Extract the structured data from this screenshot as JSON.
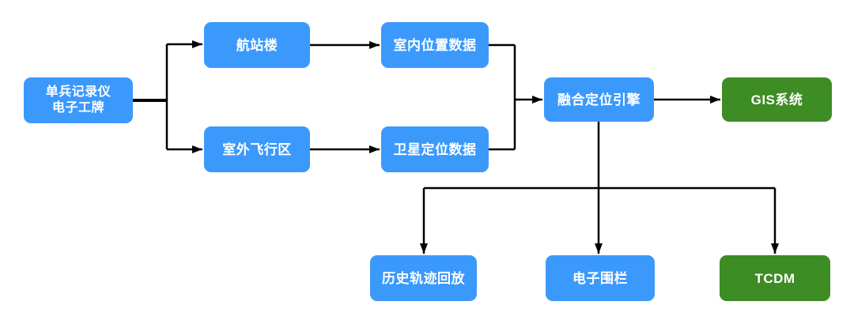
{
  "diagram": {
    "type": "flowchart",
    "background": "#ffffff",
    "colors": {
      "node_blue": "#3B99FC",
      "node_green": "#3E8C24",
      "node_text": "#FFFFFF",
      "connector": "#000000"
    },
    "nodes": {
      "soldier_recorder": {
        "label_line1": "单兵记录仪",
        "label_line2": "电子工牌",
        "color": "#3B99FC"
      },
      "terminal_building": {
        "label": "航站楼",
        "color": "#3B99FC"
      },
      "indoor_position_data": {
        "label": "室内位置数据",
        "color": "#3B99FC"
      },
      "outdoor_flight_area": {
        "label": "室外飞行区",
        "color": "#3B99FC"
      },
      "satellite_position_data": {
        "label": "卫星定位数据",
        "color": "#3B99FC"
      },
      "fusion_positioning_engine": {
        "label": "融合定位引擎",
        "color": "#3B99FC"
      },
      "gis_system": {
        "label": "GIS系统",
        "color": "#3E8C24"
      },
      "history_track_playback": {
        "label": "历史轨迹回放",
        "color": "#3B99FC"
      },
      "electronic_fence": {
        "label": "电子围栏",
        "color": "#3B99FC"
      },
      "tcdm": {
        "label": "TCDM",
        "color": "#3E8C24"
      }
    },
    "edges": [
      {
        "from": "soldier_recorder",
        "to": "terminal_building"
      },
      {
        "from": "soldier_recorder",
        "to": "outdoor_flight_area"
      },
      {
        "from": "terminal_building",
        "to": "indoor_position_data"
      },
      {
        "from": "outdoor_flight_area",
        "to": "satellite_position_data"
      },
      {
        "from": "indoor_position_data",
        "to": "fusion_positioning_engine"
      },
      {
        "from": "satellite_position_data",
        "to": "fusion_positioning_engine"
      },
      {
        "from": "fusion_positioning_engine",
        "to": "gis_system"
      },
      {
        "from": "fusion_positioning_engine",
        "to": "history_track_playback"
      },
      {
        "from": "fusion_positioning_engine",
        "to": "electronic_fence"
      },
      {
        "from": "fusion_positioning_engine",
        "to": "tcdm"
      }
    ]
  }
}
